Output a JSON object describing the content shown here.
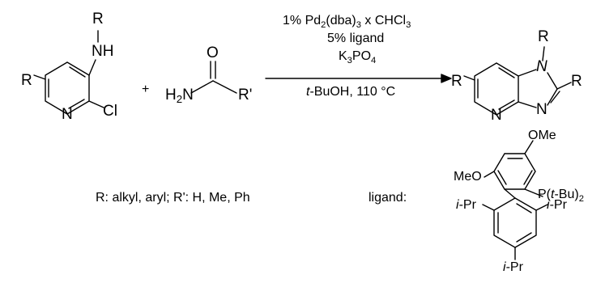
{
  "reactant_amine": {
    "substituent_R_top": "R",
    "nh": "NH",
    "ring_R": "R",
    "ring_N": "N",
    "cl": "Cl"
  },
  "plus": "+",
  "reactant_amide": {
    "o": "O",
    "h2n_main": "H",
    "h2n_sub": "2",
    "h2n_tail": "N",
    "r_prime": "R'"
  },
  "conditions": {
    "line1_pre": "1% Pd",
    "line1_sub1": "2",
    "line1_mid": "(dba)",
    "line1_sub2": "3",
    "line1_post": " x CHCl",
    "line1_sub3": "3",
    "line2": "5% ligand",
    "line3_pre": "K",
    "line3_sub1": "3",
    "line3_mid": "PO",
    "line3_sub2": "4",
    "line4_italic": "t",
    "line4_rest": "-BuOH, 110 °C"
  },
  "product": {
    "r_top": "R",
    "n1": "N",
    "r_right": "R",
    "ring_R": "R",
    "n_pyridine": "N",
    "n3": "N"
  },
  "caption": {
    "substituents": "R: alkyl, aryl; R': H, Me, Ph",
    "ligand_label": "ligand:"
  },
  "ligand": {
    "ome_top": "OMe",
    "meo_left": "MeO",
    "p_pre": "P(",
    "p_italic": "t",
    "p_mid": "-Bu)",
    "p_sub": "2",
    "ipr_left_italic": "i",
    "ipr_left_rest": "-Pr",
    "ipr_right_italic": "i",
    "ipr_right_rest": "-Pr",
    "ipr_bottom_italic": "i",
    "ipr_bottom_rest": "-Pr"
  }
}
